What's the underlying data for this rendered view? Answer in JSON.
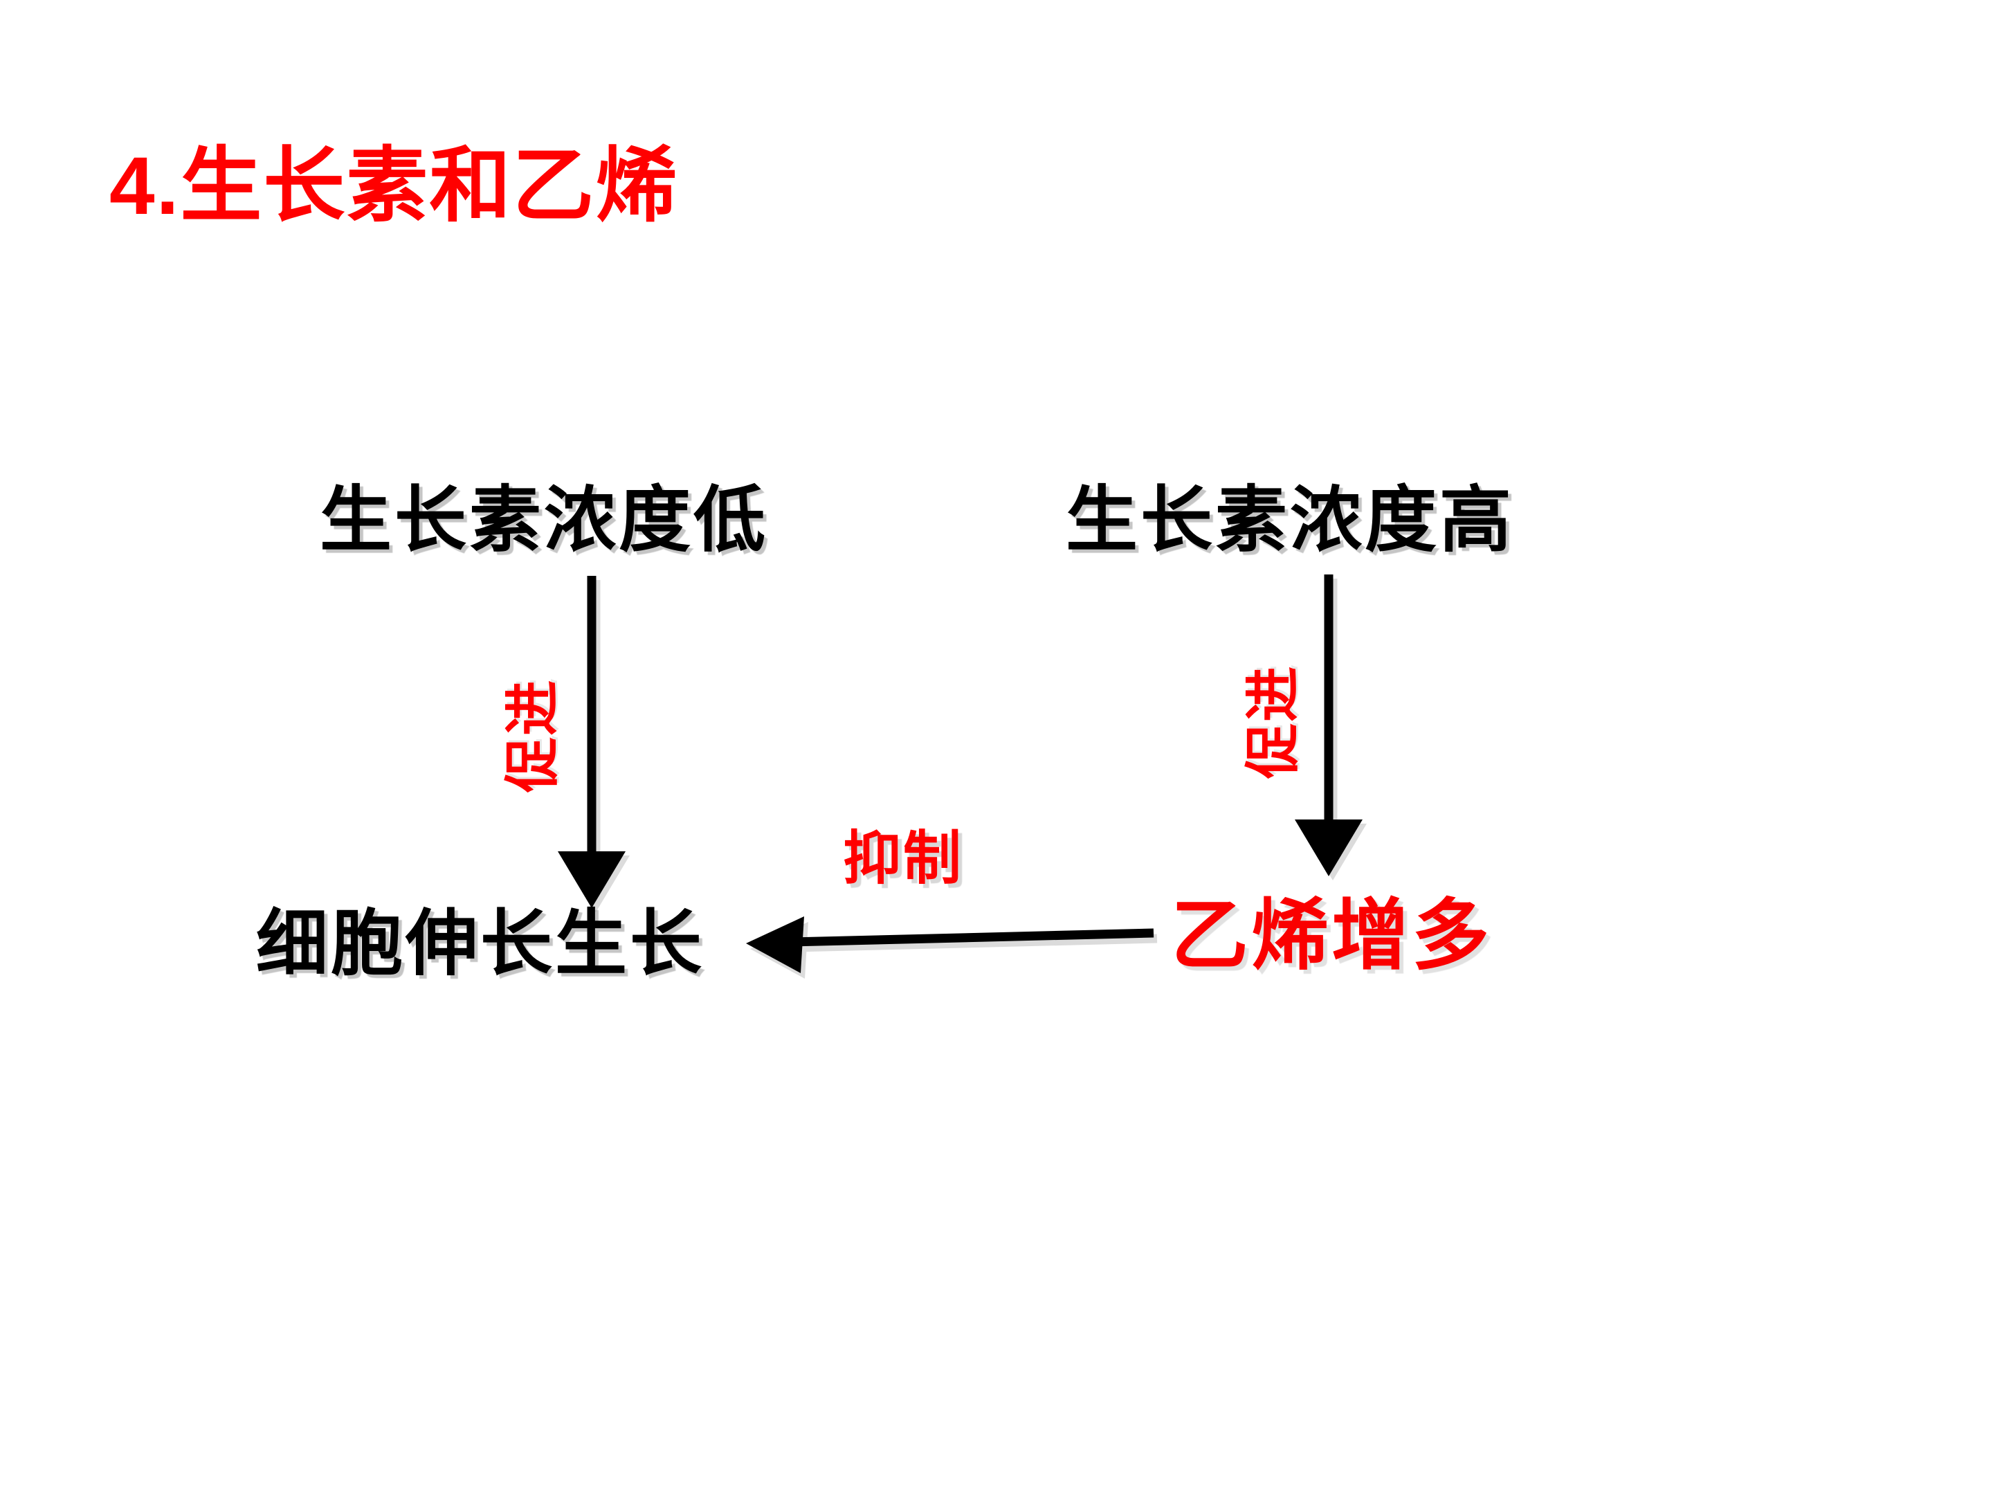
{
  "page": {
    "background_color": "#ffffff",
    "title": "4.生长素和乙烯",
    "title_color": "#ff0000"
  },
  "diagram": {
    "type": "flow-diagram",
    "nodes": [
      {
        "id": "auxin-low",
        "label": "生长素浓度低",
        "color": "#000000",
        "position": "top-left"
      },
      {
        "id": "auxin-high",
        "label": "生长素浓度高",
        "color": "#000000",
        "position": "top-right"
      },
      {
        "id": "cell-elongation",
        "label": "细胞伸长生长",
        "color": "#000000",
        "position": "bottom-left"
      },
      {
        "id": "ethylene-increase",
        "label": "乙烯增多",
        "color": "#ff0000",
        "position": "bottom-right"
      }
    ],
    "edges": [
      {
        "id": "edge-auxin-low-to-cell-elongation",
        "from": "auxin-low",
        "to": "cell-elongation",
        "label": "促进",
        "label_color": "#ff0000",
        "label_orientation": "vertical",
        "direction": "down",
        "arrow_color": "#000000"
      },
      {
        "id": "edge-auxin-high-to-ethylene",
        "from": "auxin-high",
        "to": "ethylene-increase",
        "label": "促进",
        "label_color": "#ff0000",
        "label_orientation": "vertical",
        "direction": "down",
        "arrow_color": "#000000"
      },
      {
        "id": "edge-ethylene-to-cell-elongation",
        "from": "ethylene-increase",
        "to": "cell-elongation",
        "label": "抑制",
        "label_color": "#ff0000",
        "label_orientation": "horizontal",
        "direction": "left",
        "arrow_color": "#000000"
      }
    ]
  }
}
